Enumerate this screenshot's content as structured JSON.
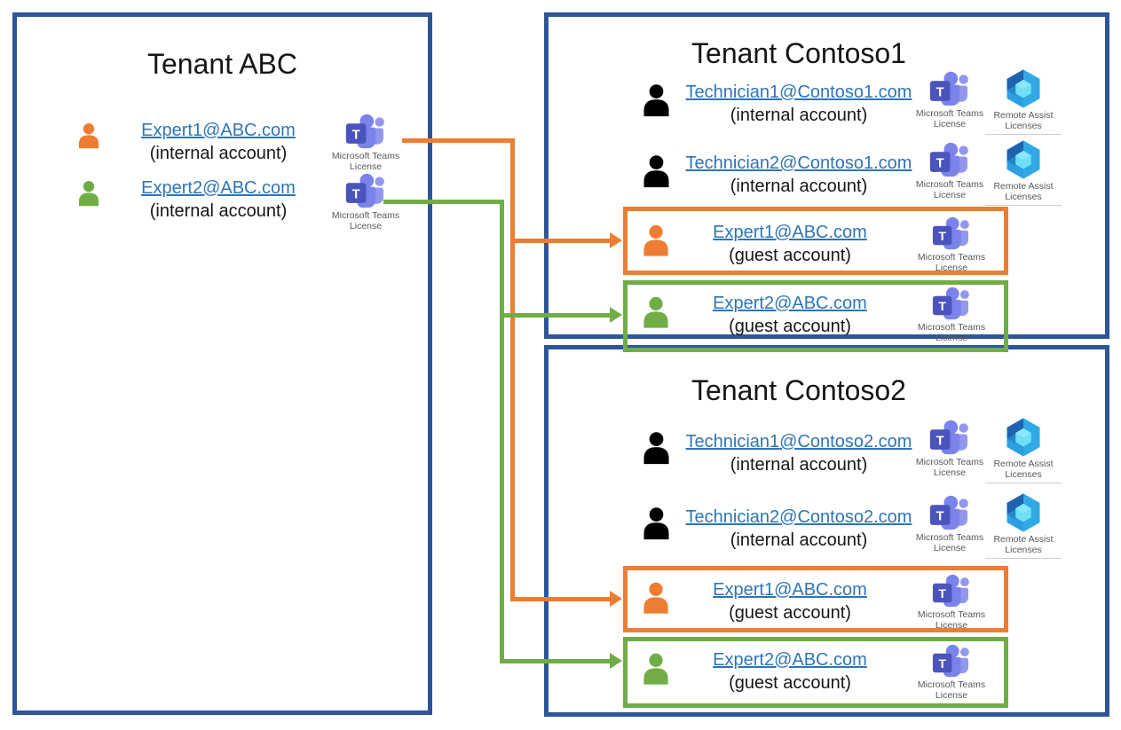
{
  "colors": {
    "tenant_border_blue": "#2E5697",
    "expert1_orange": "#ED7D31",
    "expert2_green": "#70AD47",
    "technician_black": "#000000",
    "hyperlink_blue": "#2E75B6",
    "license_caption_gray": "#595959",
    "teams_icon_purple": "#4B53BC",
    "remote_assist_blue": "#2B9FE1"
  },
  "licenses": {
    "teams": {
      "line1": "Microsoft Teams",
      "line2": "License"
    },
    "remote": {
      "line1": "Remote Assist",
      "line2": "Licenses"
    }
  },
  "tenant_abc": {
    "title": "Tenant ABC",
    "accounts": [
      {
        "email": "Expert1@ABC.com",
        "kind": "(internal account)"
      },
      {
        "email": "Expert2@ABC.com",
        "kind": "(internal account)"
      }
    ]
  },
  "tenant_contoso1": {
    "title": "Tenant Contoso1",
    "technicians": [
      {
        "email": "Technician1@Contoso1.com",
        "kind": "(internal account)"
      },
      {
        "email": "Technician2@Contoso1.com",
        "kind": "(internal account)"
      }
    ],
    "guests": [
      {
        "email": "Expert1@ABC.com",
        "kind": "(guest account)"
      },
      {
        "email": "Expert2@ABC.com",
        "kind": "(guest account)"
      }
    ]
  },
  "tenant_contoso2": {
    "title": "Tenant Contoso2",
    "technicians": [
      {
        "email": "Technician1@Contoso2.com",
        "kind": "(internal account)"
      },
      {
        "email": "Technician2@Contoso2.com",
        "kind": "(internal account)"
      }
    ],
    "guests": [
      {
        "email": "Expert1@ABC.com",
        "kind": "(guest account)"
      },
      {
        "email": "Expert2@ABC.com",
        "kind": "(guest account)"
      }
    ]
  }
}
